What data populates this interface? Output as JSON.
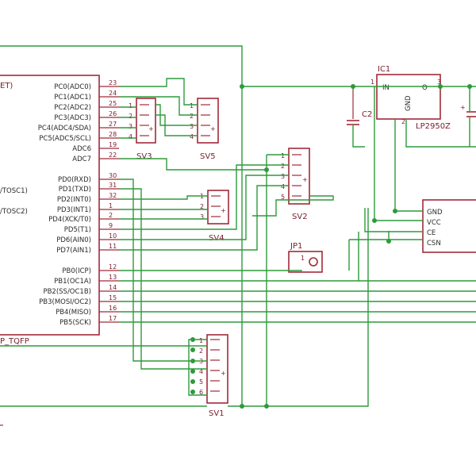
{
  "mcu": {
    "name_fragment": "ET)",
    "package_fragment": "P_TQFP",
    "pins": [
      {
        "num": "23",
        "label": "PC0(ADC0)"
      },
      {
        "num": "24",
        "label": "PC1(ADC1)"
      },
      {
        "num": "25",
        "label": "PC2(ADC2)"
      },
      {
        "num": "26",
        "label": "PC3(ADC3)"
      },
      {
        "num": "27",
        "label": "PC4(ADC4/SDA)"
      },
      {
        "num": "28",
        "label": "PC5(ADC5/SCL)"
      },
      {
        "num": "19",
        "label": "ADC6"
      },
      {
        "num": "22",
        "label": "ADC7"
      },
      {
        "num": "30",
        "label": "PD0(RXD)"
      },
      {
        "num": "31",
        "label": "PD1(TXD)"
      },
      {
        "num": "32",
        "label": "PD2(INT0)"
      },
      {
        "num": "1",
        "label": "PD3(INT1)"
      },
      {
        "num": "2",
        "label": "PD4(XCK/T0)"
      },
      {
        "num": "9",
        "label": "PD5(T1)"
      },
      {
        "num": "10",
        "label": "PD6(AIN0)"
      },
      {
        "num": "11",
        "label": "PD7(AIN1)"
      },
      {
        "num": "12",
        "label": "PB0(ICP)"
      },
      {
        "num": "13",
        "label": "PB1(OC1A)"
      },
      {
        "num": "14",
        "label": "PB2(SS/OC1B)"
      },
      {
        "num": "15",
        "label": "PB3(MOSI/OC2)"
      },
      {
        "num": "16",
        "label": "PB4(MISO)"
      },
      {
        "num": "17",
        "label": "PB5(SCK)"
      }
    ],
    "left_fragments": [
      "/TOSC1)",
      "/TOSC2)"
    ]
  },
  "regulator": {
    "ref": "IC1",
    "value": "LP2950Z",
    "pin_in": "IN",
    "pin_out": "O",
    "pin_gnd": "GND",
    "pin_nums": [
      "1",
      "2",
      "3"
    ]
  },
  "capacitors": [
    {
      "ref": "C2"
    }
  ],
  "jumper": {
    "ref": "JP1",
    "pin": "1"
  },
  "module": {
    "pins": [
      "GND",
      "VCC",
      "CE",
      "CSN"
    ]
  },
  "headers": [
    {
      "ref": "SV1",
      "pins": [
        "1",
        "2",
        "3",
        "4",
        "5",
        "6"
      ]
    },
    {
      "ref": "SV2",
      "pins": [
        "1",
        "2",
        "3",
        "4",
        "5"
      ]
    },
    {
      "ref": "SV3",
      "pins": [
        "1",
        "2",
        "3",
        "4"
      ]
    },
    {
      "ref": "SV4",
      "pins": [
        "1",
        "2",
        "3"
      ]
    },
    {
      "ref": "SV5",
      "pins": [
        "1",
        "2",
        "3",
        "4"
      ]
    }
  ],
  "plus_marker": "+",
  "palette": {
    "part": "#a12a3a",
    "wire": "#2e9a3c",
    "text": "#2a2a2a",
    "ref": "#7a1e2c"
  }
}
